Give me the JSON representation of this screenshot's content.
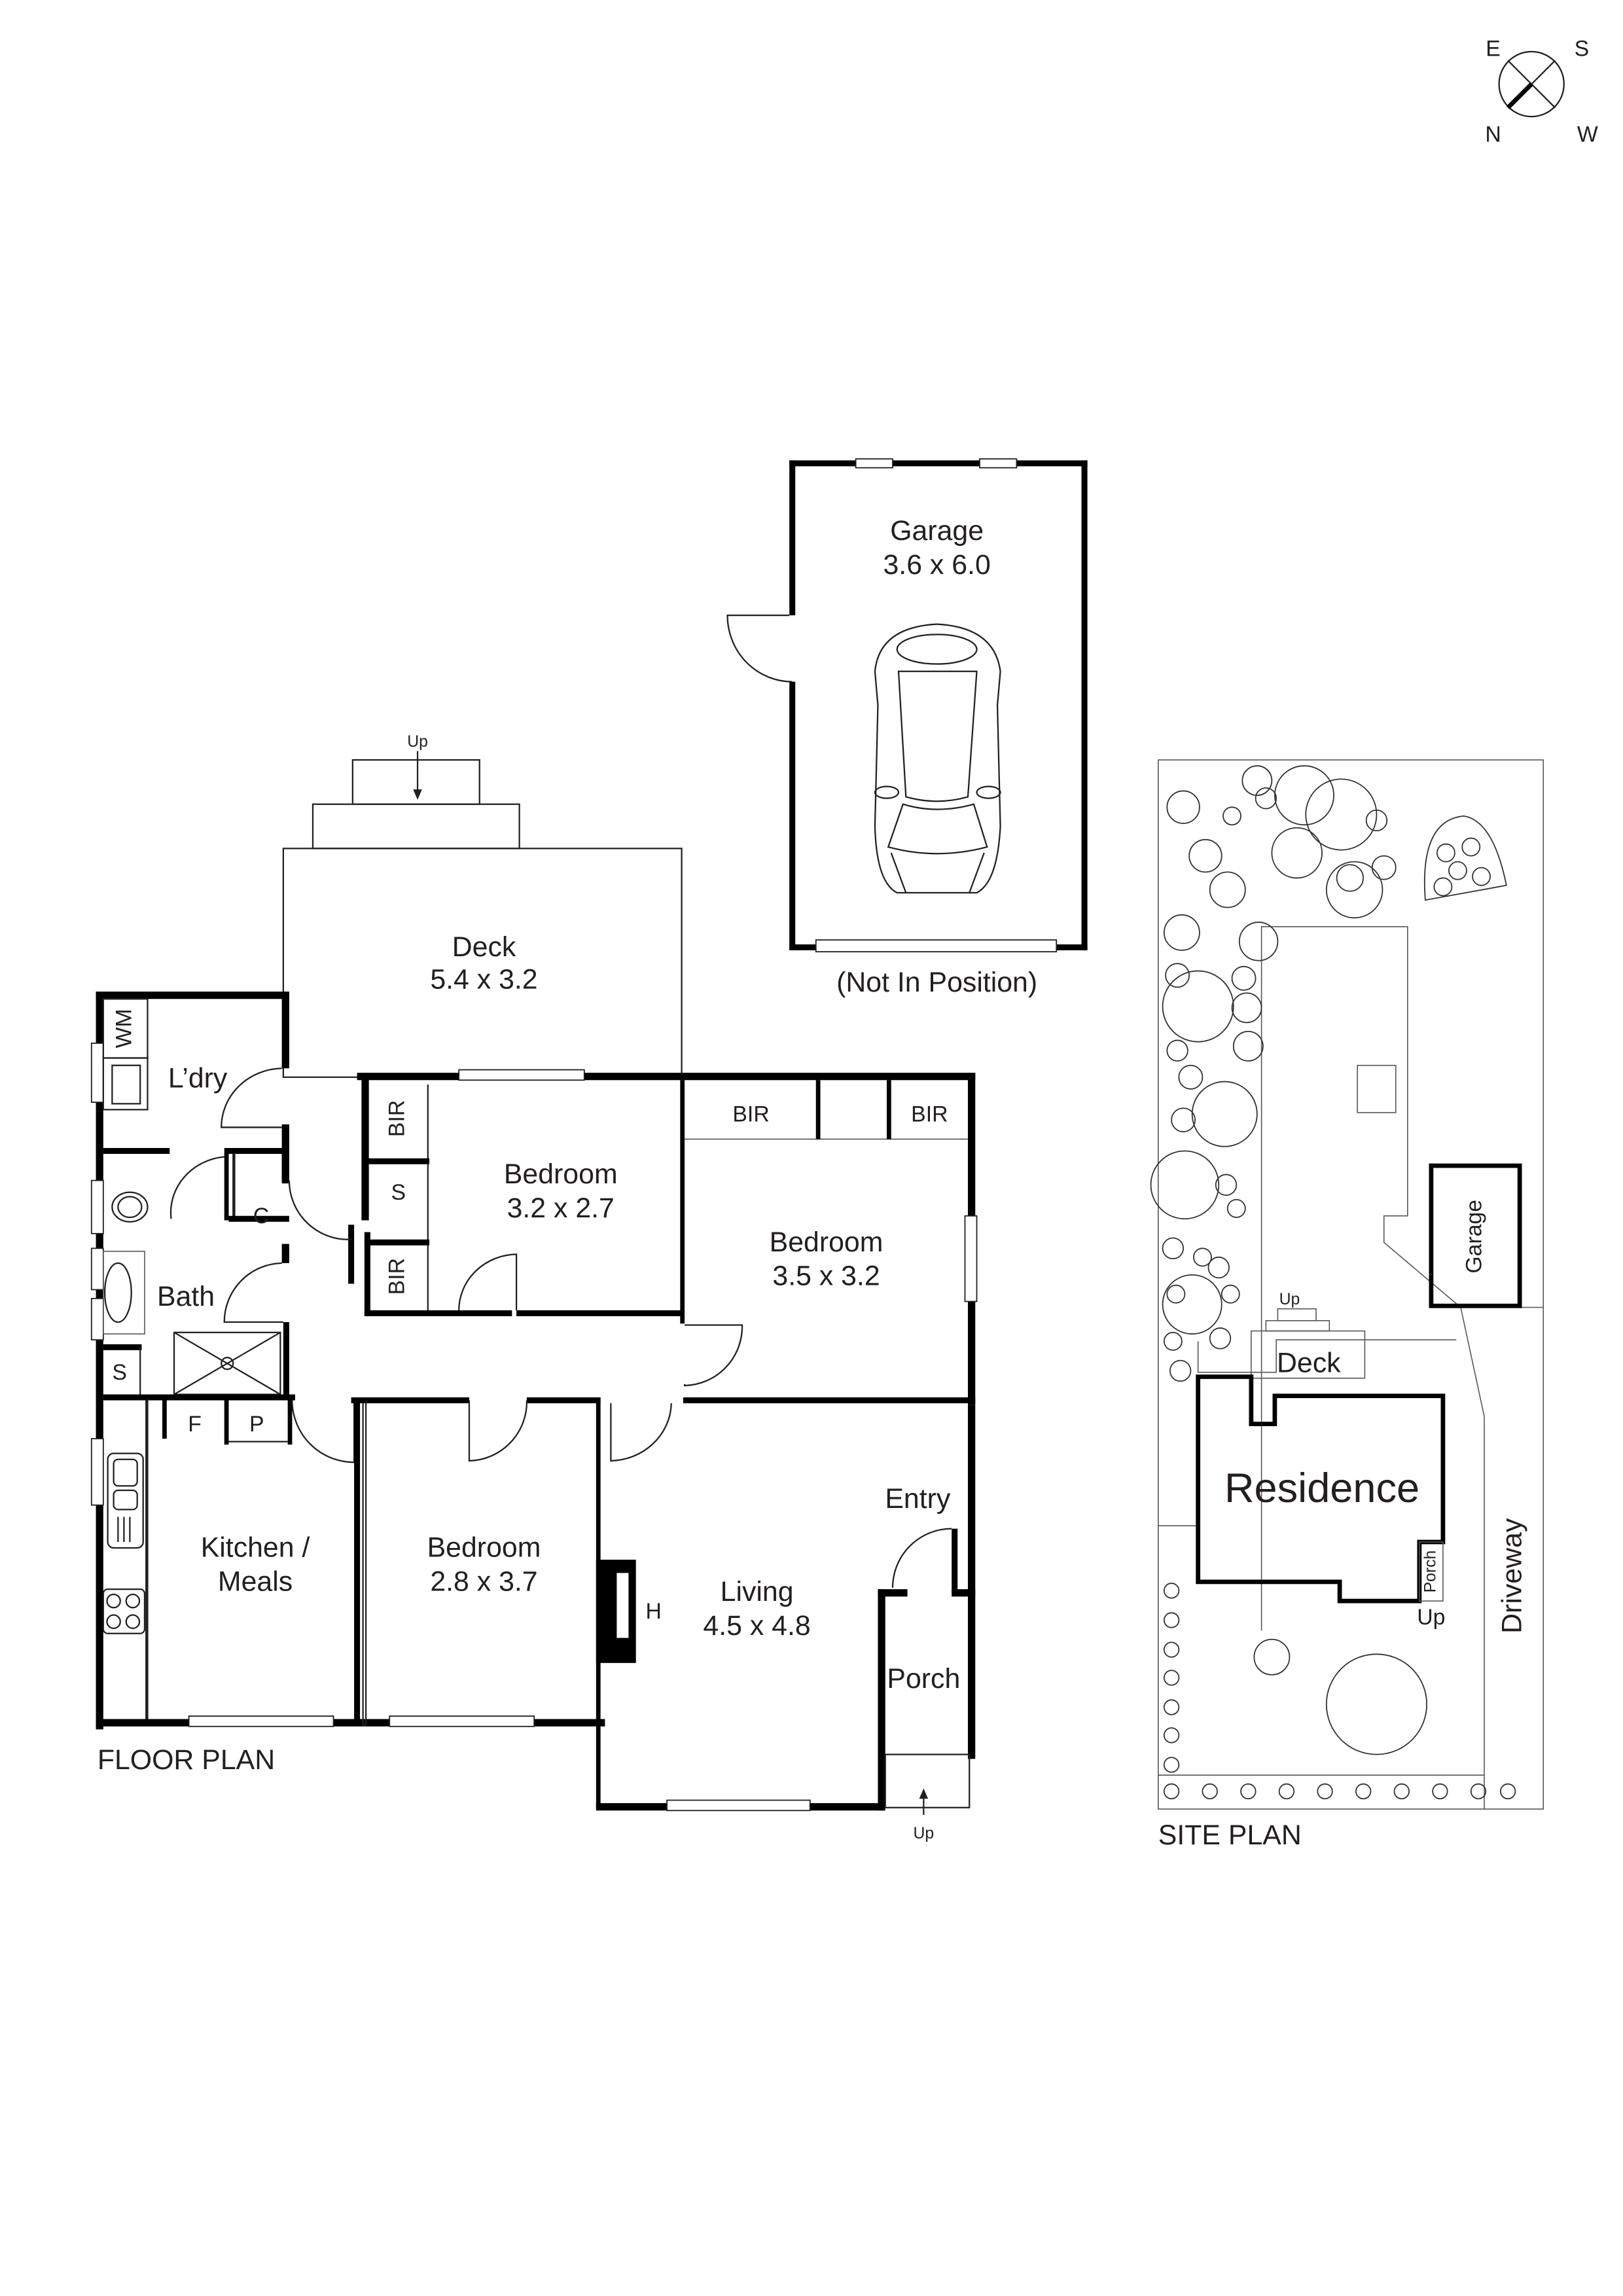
{
  "compass": {
    "labels": {
      "e": "E",
      "s": "S",
      "n": "N",
      "w": "W"
    }
  },
  "floor_plan": {
    "title": "FLOOR PLAN",
    "rooms": {
      "deck": {
        "name": "Deck",
        "dims": "5.4 x 3.2"
      },
      "laundry": {
        "name": "L’dry"
      },
      "bath": {
        "name": "Bath"
      },
      "bedroom_1": {
        "name": "Bedroom",
        "dims": "3.2 x 2.7"
      },
      "bedroom_2": {
        "name": "Bedroom",
        "dims": "3.5 x 3.2"
      },
      "bedroom_3": {
        "name": "Bedroom",
        "dims": "2.8 x 3.7"
      },
      "kitchen": {
        "name": "Kitchen /",
        "name2": "Meals"
      },
      "living": {
        "name": "Living",
        "dims": "4.5 x 4.8"
      },
      "entry": {
        "name": "Entry"
      },
      "porch": {
        "name": "Porch"
      }
    },
    "fixtures": {
      "wm": "WM",
      "c": "C",
      "s_bath": "S",
      "s_bed": "S",
      "f": "F",
      "p": "P",
      "bir_1": "BIR",
      "bir_2": "BIR",
      "bir_3": "BIR",
      "bir_4": "BIR",
      "heater": "H"
    },
    "stairs": {
      "deck_up": "Up",
      "porch_up": "Up"
    }
  },
  "garage": {
    "name": "Garage",
    "dims": "3.6 x 6.0",
    "note": "(Not In Position)"
  },
  "site_plan": {
    "title": "SITE PLAN",
    "labels": {
      "residence": "Residence",
      "deck": "Deck",
      "garage": "Garage",
      "driveway": "Driveway",
      "porch": "Porch",
      "up_deck": "Up",
      "up_porch": "Up"
    }
  }
}
